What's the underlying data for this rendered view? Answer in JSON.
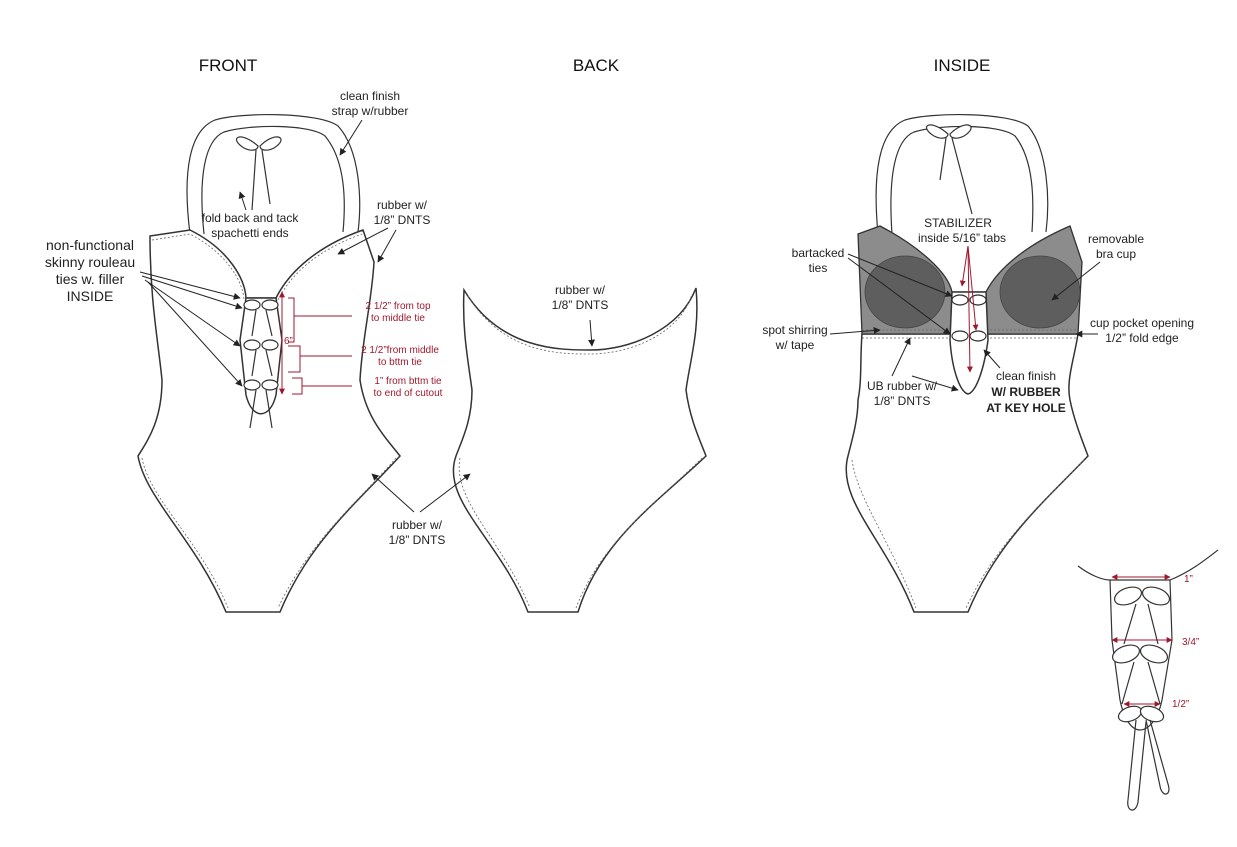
{
  "headers": {
    "front": "FRONT",
    "back": "BACK",
    "inside": "INSIDE"
  },
  "front": {
    "strap_l1": "clean finish",
    "strap_l2": "strap w/rubber",
    "fold_l1": "fold back and tack",
    "fold_l2": "spachetti ends",
    "rubber_l1": "rubber w/",
    "rubber_l2": "1/8” DNTS",
    "ties_l1": "non-functional",
    "ties_l2": "skinny rouleau",
    "ties_l3": "ties w. filler",
    "ties_l4": "INSIDE",
    "m1_l1": "2 1/2” from top",
    "m1_l2": "to middle tie",
    "m2_l1": "2 1/2”from middle",
    "m2_l2": "to bttm tie",
    "m3_l1": "1” from bttm tie",
    "m3_l2": "to end of cutout",
    "total": "6”"
  },
  "back": {
    "neck_l1": "rubber w/",
    "neck_l2": "1/8” DNTS",
    "leg_l1": "rubber w/",
    "leg_l2": "1/8” DNTS"
  },
  "inside": {
    "stab_l1": "STABILIZER",
    "stab_l2": "inside 5/16” tabs",
    "bartack_l1": "bartacked",
    "bartack_l2": "ties",
    "cup_l1": "removable",
    "cup_l2": "bra cup",
    "shirr_l1": "spot shirring",
    "shirr_l2": "w/ tape",
    "pocket_l1": "cup pocket opening",
    "pocket_l2": "1/2” fold edge",
    "ub_l1": "UB rubber w/",
    "ub_l2": "1/8” DNTS",
    "clean_l1": "clean finish",
    "clean_l2": "W/ RUBBER",
    "clean_l3": "AT KEY HOLE"
  },
  "detail": {
    "w1": "1”",
    "w2": "3/4”",
    "w3": "1/2”"
  },
  "colors": {
    "annotation_red": "#a0182c",
    "outline": "#333333",
    "mesh_gray": "#8c8c8c",
    "cup_gray": "#5e5e5e"
  }
}
